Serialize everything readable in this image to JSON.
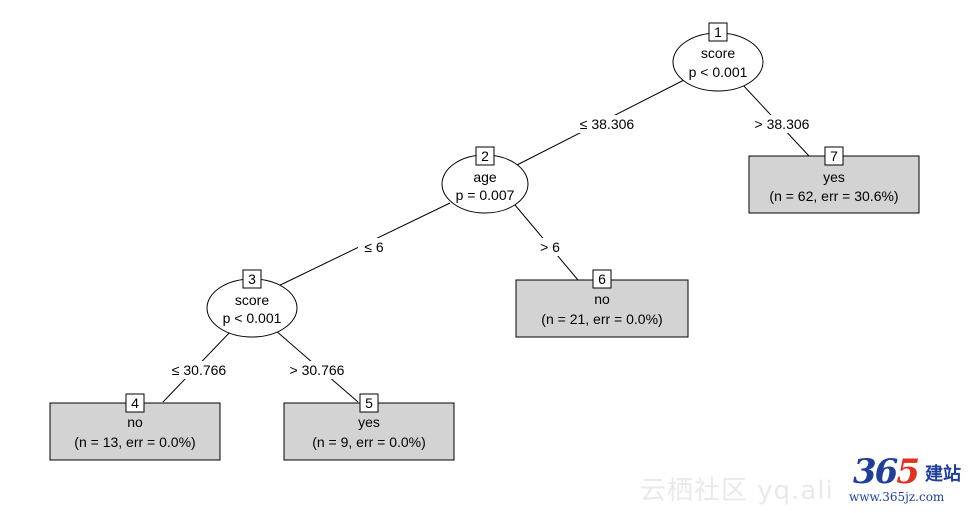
{
  "nodes": [
    {
      "id": "1",
      "variable": "score",
      "p": "p < 0.001"
    },
    {
      "id": "2",
      "variable": "age",
      "p": "p = 0.007"
    },
    {
      "id": "3",
      "variable": "score",
      "p": "p < 0.001"
    }
  ],
  "leaves": [
    {
      "id": "4",
      "label": "no",
      "stats": "(n = 13, err = 0.0%)"
    },
    {
      "id": "5",
      "label": "yes",
      "stats": "(n = 9, err = 0.0%)"
    },
    {
      "id": "6",
      "label": "no",
      "stats": "(n = 21, err = 0.0%)"
    },
    {
      "id": "7",
      "label": "yes",
      "stats": "(n = 62, err = 30.6%)"
    }
  ],
  "edges": [
    {
      "from": "1",
      "to": "2",
      "label": "≤ 38.306"
    },
    {
      "from": "1",
      "to": "7",
      "label": "> 38.306"
    },
    {
      "from": "2",
      "to": "3",
      "label": "≤ 6"
    },
    {
      "from": "2",
      "to": "6",
      "label": "> 6"
    },
    {
      "from": "3",
      "to": "4",
      "label": "≤ 30.766"
    },
    {
      "from": "3",
      "to": "5",
      "label": "> 30.766"
    }
  ],
  "watermark": "云栖社区 yq.ali",
  "logo": {
    "number_a": "36",
    "number_b": "5",
    "name": "建站",
    "url": "www.365jz.com"
  }
}
